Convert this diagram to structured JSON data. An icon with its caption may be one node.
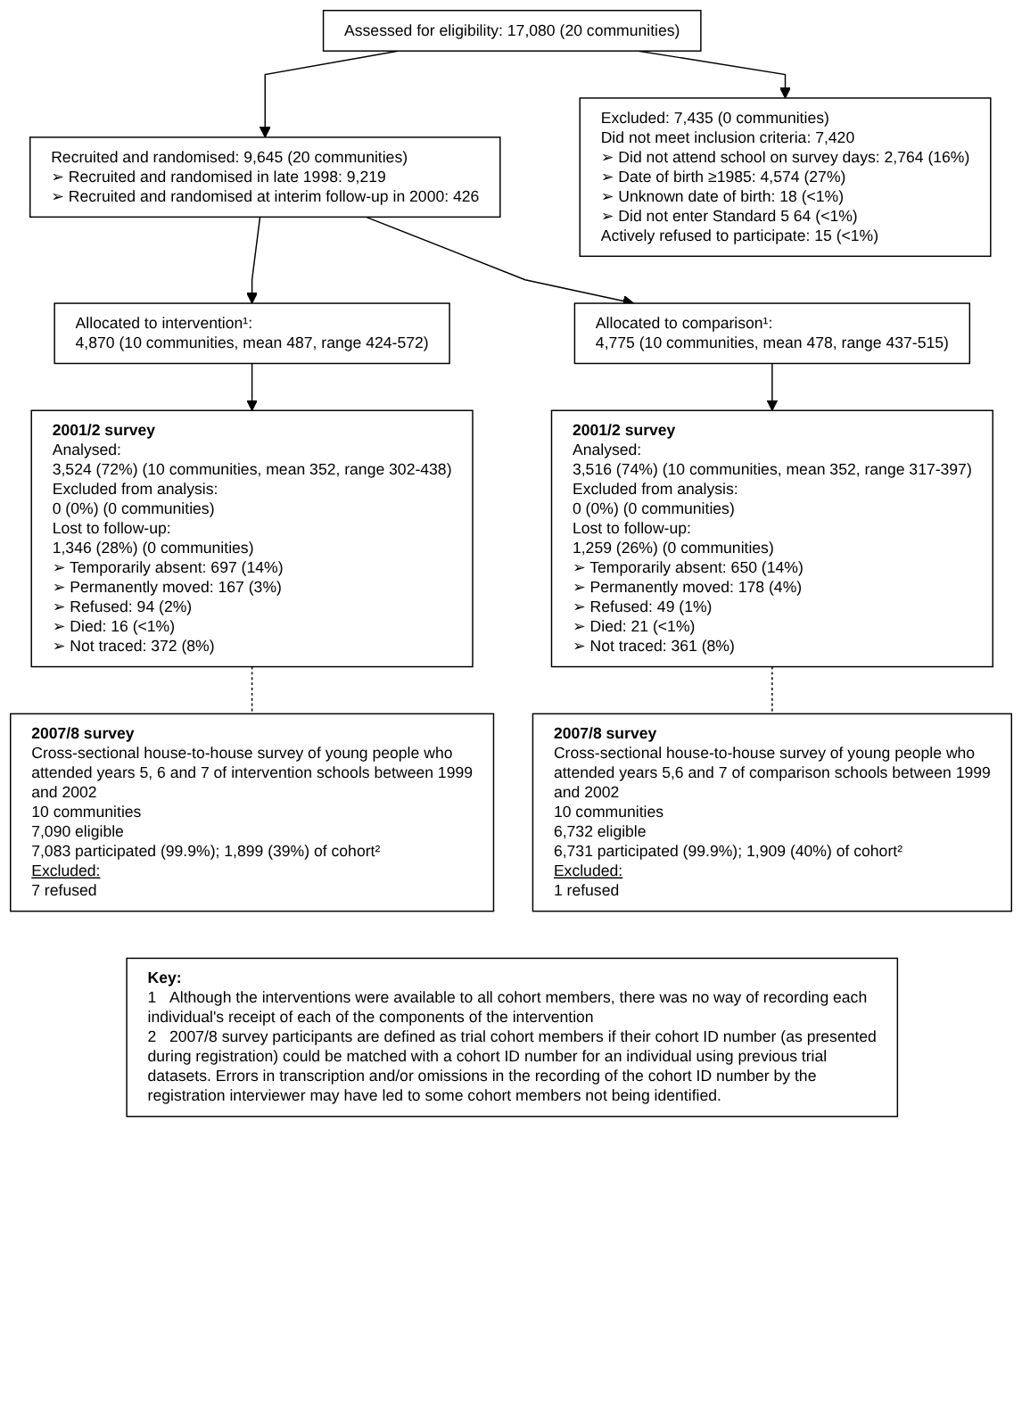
{
  "diagram": {
    "nodes": [
      {
        "text": [
          "Assessed for eligibility: 17,080 (20 communities)"
        ]
      },
      {
        "text": [
          "Excluded: 7,435 (0 communities)",
          "Did not meet inclusion criteria: 7,420",
          "➢ Did not attend school on survey days: 2,764 (16%)",
          "➢ Date of birth ≥1985: 4,574 (27%)",
          "➢ Unknown date of birth: 18 (<1%)",
          "➢ Did not enter Standard 5 64 (<1%)",
          "Actively refused to participate: 15 (<1%)"
        ]
      },
      {
        "text": [
          "Recruited and randomised: 9,645 (20 communities)",
          "➢ Recruited and randomised in late 1998: 9,219",
          "➢ Recruited and randomised at interim follow-up in 2000: 426"
        ]
      },
      {
        "text": [
          "Allocated to intervention¹:",
          "4,870 (10 communities, mean 487, range 424-572)"
        ]
      },
      {
        "text": [
          "Allocated to comparison¹:",
          "4,775 (10 communities, mean 478, range 437-515)"
        ]
      },
      {
        "text": [
          "2001/2 survey",
          "Analysed:",
          "3,524 (72%) (10 communities, mean 352, range 302-438)",
          "Excluded from analysis:",
          "0 (0%) (0 communities)",
          "Lost to follow-up:",
          "1,346 (28%) (0 communities)",
          "➢ Temporarily absent: 697 (14%)",
          "➢ Permanently moved: 167 (3%)",
          "➢ Refused: 94 (2%)",
          "➢ Died: 16 (<1%)",
          "➢ Not traced: 372 (8%)"
        ]
      },
      {
        "text": [
          "2001/2 survey",
          "Analysed:",
          "3,516 (74%) (10 communities, mean 352, range 317-397)",
          "Excluded from analysis:",
          "0 (0%) (0 communities)",
          "Lost to follow-up:",
          "1,259 (26%) (0 communities)",
          "➢ Temporarily absent: 650 (14%)",
          "➢ Permanently moved: 178 (4%)",
          "➢ Refused: 49 (1%)",
          "➢ Died: 21 (<1%)",
          "➢ Not traced: 361 (8%)"
        ]
      },
      {
        "text": [
          "2007/8 survey",
          "Cross-sectional house-to-house survey of young people who attended years 5, 6 and 7 of intervention schools between 1999 and 2002",
          "10 communities",
          "7,090 eligible",
          "7,083 participated (99.9%); 1,899 (39%) of cohort²",
          "Excluded:",
          "7 refused"
        ]
      },
      {
        "text": [
          "2007/8 survey",
          "Cross-sectional house-to-house survey of young people who attended years 5,6 and 7 of comparison schools between 1999 and 2002",
          "10 communities",
          "6,732 eligible",
          "6,731 participated (99.9%); 1,909 (40%) of cohort²",
          "Excluded:",
          "1 refused"
        ]
      },
      {
        "text": [
          "Key:",
          "1",
          "Although the interventions were available to all cohort members, there was no way of recording each individual's receipt of each of the components of the intervention",
          "2",
          "2007/8 survey participants are defined as trial cohort members if their cohort ID number (as presented during registration) could be matched with a cohort ID number for an individual using previous trial datasets. Errors in transcription and/or omissions in the recording of the cohort ID number by the registration interviewer may have led to some cohort members not being identified."
        ]
      }
    ],
    "edges": [
      {
        "from": 0,
        "to": 1,
        "arrow": "to"
      },
      {
        "from": 0,
        "to": 2,
        "arrow": "to"
      },
      {
        "from": 2,
        "to": 3,
        "arrow": "to"
      },
      {
        "from": 2,
        "to": 4,
        "arrow": "to"
      },
      {
        "from": 3,
        "to": 5,
        "arrow": "to"
      },
      {
        "from": 4,
        "to": 6,
        "arrow": "to"
      },
      {
        "from": 5,
        "to": 7,
        "arrow": "none",
        "style": "dashed"
      },
      {
        "from": 6,
        "to": 8,
        "arrow": "none",
        "style": "dashed"
      }
    ]
  }
}
